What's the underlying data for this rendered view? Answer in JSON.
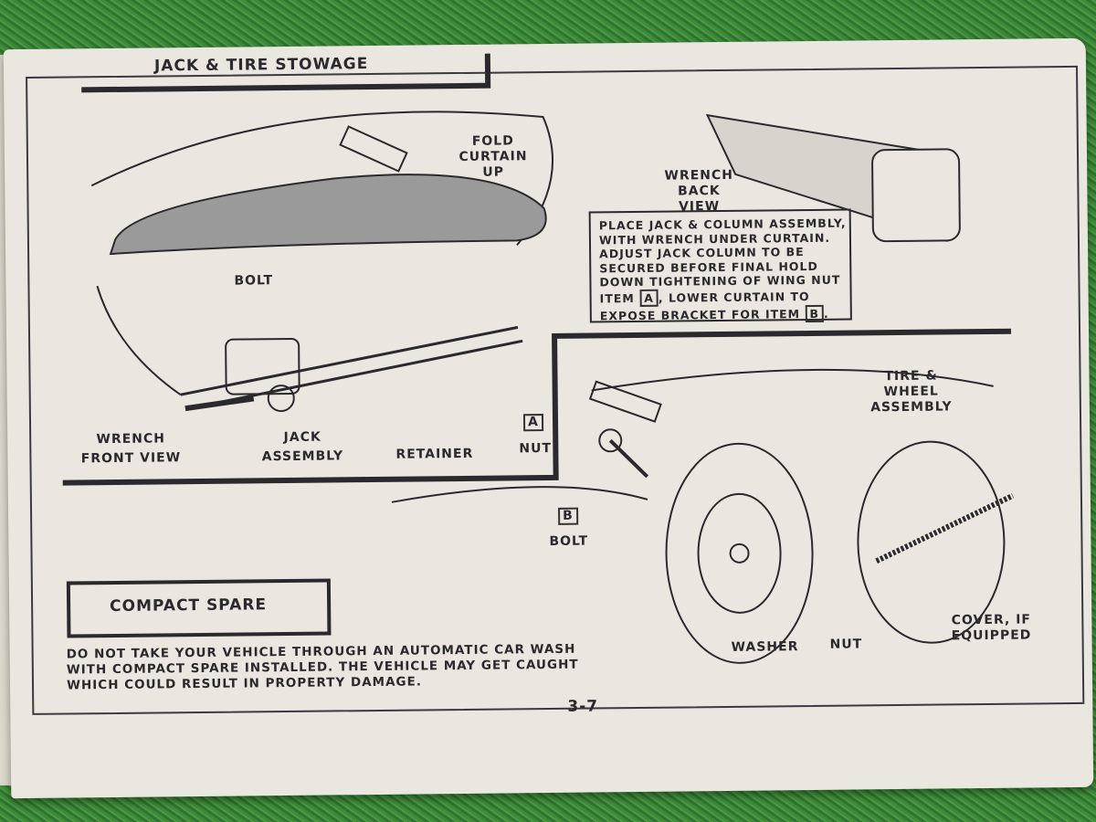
{
  "title": "JACK & TIRE STOWAGE",
  "labels": {
    "fold_curtain": "FOLD CURTAIN UP",
    "wrench_back": "WRENCH BACK VIEW",
    "bolt_top": "BOLT",
    "wrench_front": "WRENCH FRONT VIEW",
    "jack_assembly": "JACK ASSEMBLY",
    "retainer": "RETAINER",
    "item_a": "A",
    "nut_top": "NUT",
    "tire_wheel": "TIRE & WHEEL ASSEMBLY",
    "item_b": "B",
    "bolt_bottom": "BOLT",
    "washer": "WASHER",
    "nut_bottom": "NUT",
    "cover": "COVER, IF EQUIPPED"
  },
  "instructions": {
    "line1": "PLACE JACK & COLUMN ASSEMBLY,",
    "line2": "WITH WRENCH UNDER CURTAIN.",
    "line3": "ADJUST JACK COLUMN TO BE",
    "line4": "SECURED BEFORE FINAL HOLD",
    "line5": "DOWN TIGHTENING OF WING NUT",
    "line6a": "ITEM",
    "item_a": "A",
    "line6b": ",  LOWER CURTAIN TO",
    "line7": "EXPOSE BRACKET FOR ITEM",
    "item_b": "B"
  },
  "compact_spare": {
    "heading": "COMPACT SPARE",
    "warning_1": "DO NOT TAKE YOUR VEHICLE THROUGH AN AUTOMATIC CAR WASH",
    "warning_2": "WITH COMPACT SPARE INSTALLED. THE VEHICLE MAY GET CAUGHT",
    "warning_3": "WHICH COULD RESULT IN PROPERTY DAMAGE."
  },
  "page_number": "3-7"
}
